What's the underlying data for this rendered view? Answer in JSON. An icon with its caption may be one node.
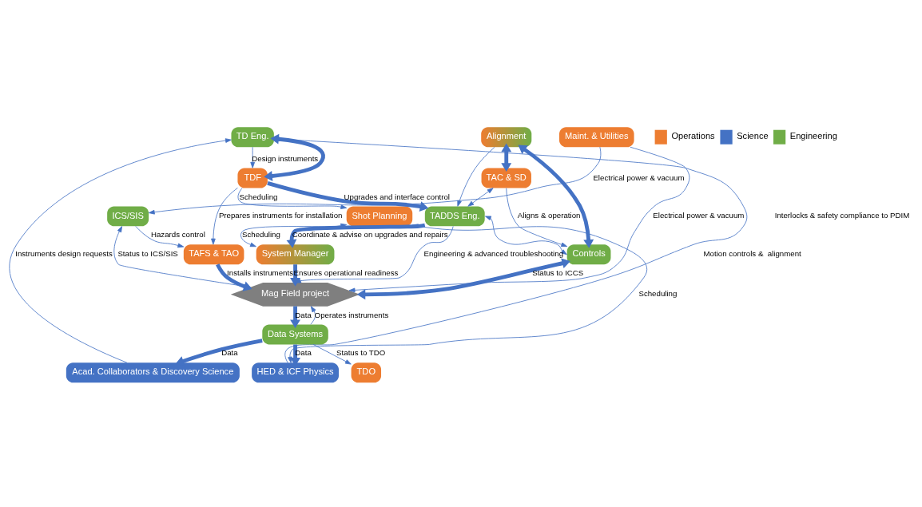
{
  "diagram": {
    "nodes": [
      {
        "text": [
          "Acad. Collaborators & Discovery Science"
        ]
      },
      {
        "text": [
          "HED & ICF Physics"
        ]
      },
      {
        "text": [
          "Shot Planning"
        ]
      },
      {
        "text": [
          "System Manager"
        ]
      },
      {
        "text": [
          "Controls"
        ]
      },
      {
        "text": [
          "Alignment"
        ]
      },
      {
        "text": [
          "Mag Field project"
        ]
      },
      {
        "text": [
          "Data Systems"
        ]
      },
      {
        "text": [
          "TAC & SD"
        ]
      },
      {
        "text": [
          "TADDS Eng."
        ]
      },
      {
        "text": [
          "TD Eng."
        ]
      },
      {
        "text": [
          "TDF"
        ]
      },
      {
        "text": [
          "TAFS & TAO"
        ]
      },
      {
        "text": [
          "TDO"
        ]
      },
      {
        "text": [
          "ICS/SIS"
        ]
      },
      {
        "text": [
          "Maint. & Utilities"
        ]
      }
    ],
    "edges": [
      {
        "from": 0,
        "to": 10,
        "arrow": "to",
        "label": "Instruments design requests"
      },
      {
        "from": 1,
        "to": 10,
        "arrow": "to"
      },
      {
        "from": 2,
        "to": 1,
        "arrow": "both",
        "label": "Scheduling"
      },
      {
        "from": 2,
        "to": 3,
        "arrow": "both",
        "label": "Scheduling"
      },
      {
        "from": 11,
        "to": 2,
        "arrow": "to",
        "label": "Scheduling"
      },
      {
        "from": 9,
        "to": 4,
        "arrow": "both"
      },
      {
        "from": 8,
        "to": 4,
        "arrow": "to",
        "label": "Aligns & operation"
      },
      {
        "from": 5,
        "to": 4,
        "arrow": "both",
        "style": "thick"
      },
      {
        "from": 5,
        "to": 8,
        "arrow": "both",
        "style": "thick"
      },
      {
        "from": 8,
        "to": 9,
        "arrow": "both"
      },
      {
        "from": 5,
        "to": 9,
        "arrow": "to"
      },
      {
        "from": 4,
        "to": 6,
        "arrow": "both",
        "style": "thick",
        "label": "Status to ICCS"
      },
      {
        "from": 9,
        "to": 3,
        "arrow": "to",
        "style": "thick",
        "label": "Coordinate & advise on upgrades and repairs"
      },
      {
        "from": 11,
        "to": 9,
        "arrow": "to",
        "style": "thick",
        "label": "Upgrades and interface control"
      },
      {
        "from": 11,
        "to": 10,
        "arrow": "both",
        "style": "thick"
      },
      {
        "from": 10,
        "to": 11,
        "arrow": "to",
        "label": "Design instruments"
      },
      {
        "from": 11,
        "to": 12,
        "arrow": "to",
        "label": "Prepares instruments for installation"
      },
      {
        "from": 9,
        "to": 6,
        "arrow": "to",
        "label": "Engineering & advanced troubleshooting"
      },
      {
        "from": 3,
        "to": 6,
        "arrow": "to",
        "style": "thick",
        "label": "Ensures operational readiness"
      },
      {
        "from": 12,
        "to": 6,
        "arrow": "to",
        "style": "thick",
        "label": "Installs instruments"
      },
      {
        "from": 6,
        "to": 7,
        "arrow": "to",
        "style": "thick",
        "label": "Data"
      },
      {
        "from": 7,
        "to": 1,
        "arrow": "to",
        "style": "thick",
        "label": "Data"
      },
      {
        "from": 7,
        "to": 0,
        "arrow": "to",
        "style": "thick",
        "label": "Data"
      },
      {
        "from": 7,
        "to": 13,
        "arrow": "to",
        "label": "Status to TDO"
      },
      {
        "from": 7,
        "to": 6,
        "arrow": "to",
        "label": "Operates instruments"
      },
      {
        "from": 14,
        "to": 6,
        "arrow": "both",
        "label": "Status to ICS/SIS"
      },
      {
        "from": 15,
        "to": 6,
        "arrow": "to",
        "label": "Electrical power & vacuum"
      },
      {
        "from": 15,
        "to": 14,
        "arrow": "to",
        "label": "Electrical power & vacuum"
      },
      {
        "from": 14,
        "to": 12,
        "arrow": "to",
        "label": "Hazards control"
      }
    ],
    "labels": [
      "Motion controls &  alignment",
      "Interlocks & safety compliance to PDIM"
    ],
    "legend": [
      {
        "text": "Operations",
        "color": "#ed7d31"
      },
      {
        "text": "Science",
        "color": "#4472c4"
      },
      {
        "text": "Engineering",
        "color": "#70ad47"
      }
    ]
  }
}
